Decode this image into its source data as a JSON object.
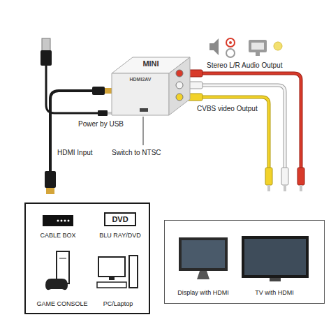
{
  "diagram": {
    "nodes": [
      {
        "text": [
          "MINI",
          "HDMI2AV"
        ]
      },
      {
        "text": [
          "CABLE BOX",
          "BLU RAY/DVD",
          "GAME CONSOLE",
          "PC/Laptop"
        ]
      },
      {
        "text": [
          "DVD"
        ],
        "in": 1
      },
      {
        "text": [
          "Display with HDMI",
          "TV with HDMI"
        ]
      }
    ],
    "labels": [
      "Power by USB",
      "HDMI Input",
      "Switch to NTSC",
      "Stereo L/R Audio Output",
      "CVBS video Output"
    ]
  }
}
